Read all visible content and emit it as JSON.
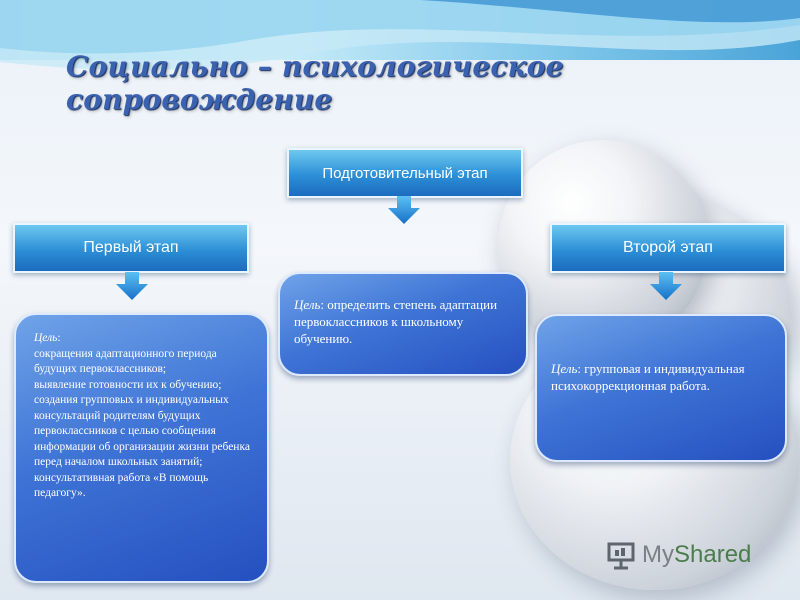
{
  "title": "Социально – психологическое сопровождение",
  "stages": {
    "preparatory": {
      "label": "Подготовительный этап"
    },
    "first": {
      "label": "Первый этап"
    },
    "second": {
      "label": "Второй этап"
    }
  },
  "boxes": {
    "first": {
      "goal_label": "Цель",
      "lines": [
        "сокращения адаптационного периода будущих первоклассников;",
        "выявление готовности их к обучению;",
        "создания групповых и индивидуальных консультаций родителям будущих первоклассников с целью сообщения информации об организации жизни ребенка перед началом школьных занятий;",
        "консультативная работа «В помощь педагогу»."
      ]
    },
    "preparatory": {
      "goal_label": "Цель",
      "text": "определить степень адаптации первоклассников к школьному обучению."
    },
    "second": {
      "goal_label": "Цель",
      "text": "групповая и индивидуальная психокоррекционная работа."
    }
  },
  "logo": {
    "prefix": "My",
    "accent": "Shared",
    "icon": "presentation-board-icon"
  },
  "colors": {
    "title": "#3a62b0",
    "stage": "#2c8fd6",
    "box": "#3f74d6",
    "arrow": "#1e88d8"
  }
}
